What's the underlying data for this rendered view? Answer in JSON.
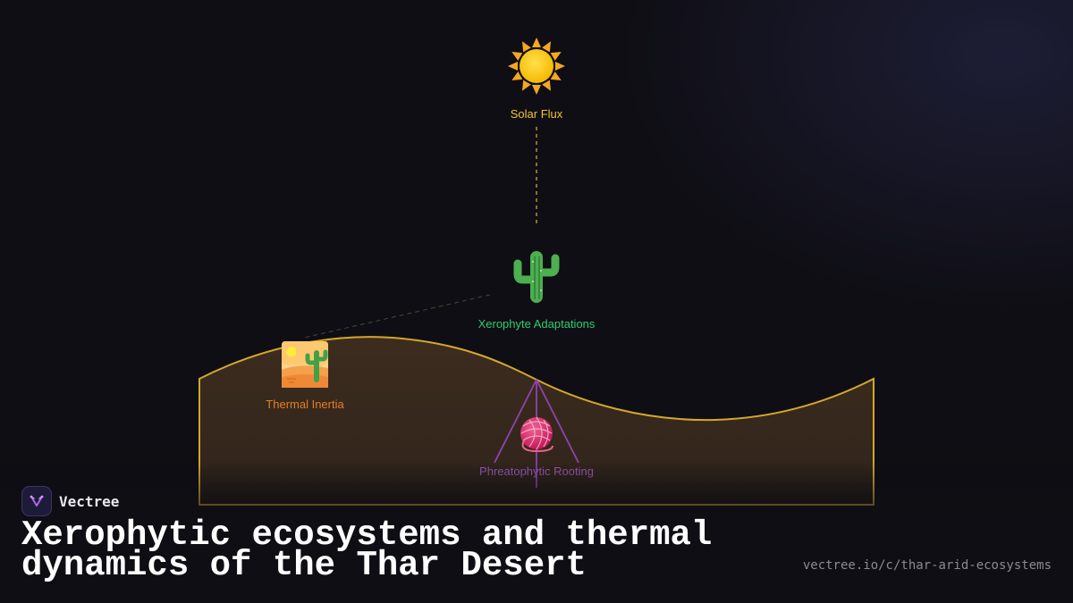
{
  "diagram": {
    "nodes": {
      "solar_flux": {
        "label": "Solar Flux",
        "icon": "sun-icon",
        "color": "#f4c430"
      },
      "xerophyte": {
        "label": "Xerophyte Adaptations",
        "icon": "cactus-icon",
        "color": "#2ecc71"
      },
      "thermal_inertia": {
        "label": "Thermal Inertia",
        "icon": "desert-icon",
        "color": "#e67e22"
      },
      "phreatophytic": {
        "label": "Phreatophytic Rooting",
        "icon": "yarn-ball-icon",
        "color": "#9b59b6"
      }
    },
    "terrain": {
      "fill": "#3b2c1f",
      "stroke": "#d4a72c"
    },
    "root_lines_color": "#8e44ad"
  },
  "brand": {
    "name": "Vectree",
    "logo": "vectree-logo-icon"
  },
  "title": "Xerophytic ecosystems and thermal dynamics of the Thar Desert",
  "url": "vectree.io/c/thar-arid-ecosystems"
}
